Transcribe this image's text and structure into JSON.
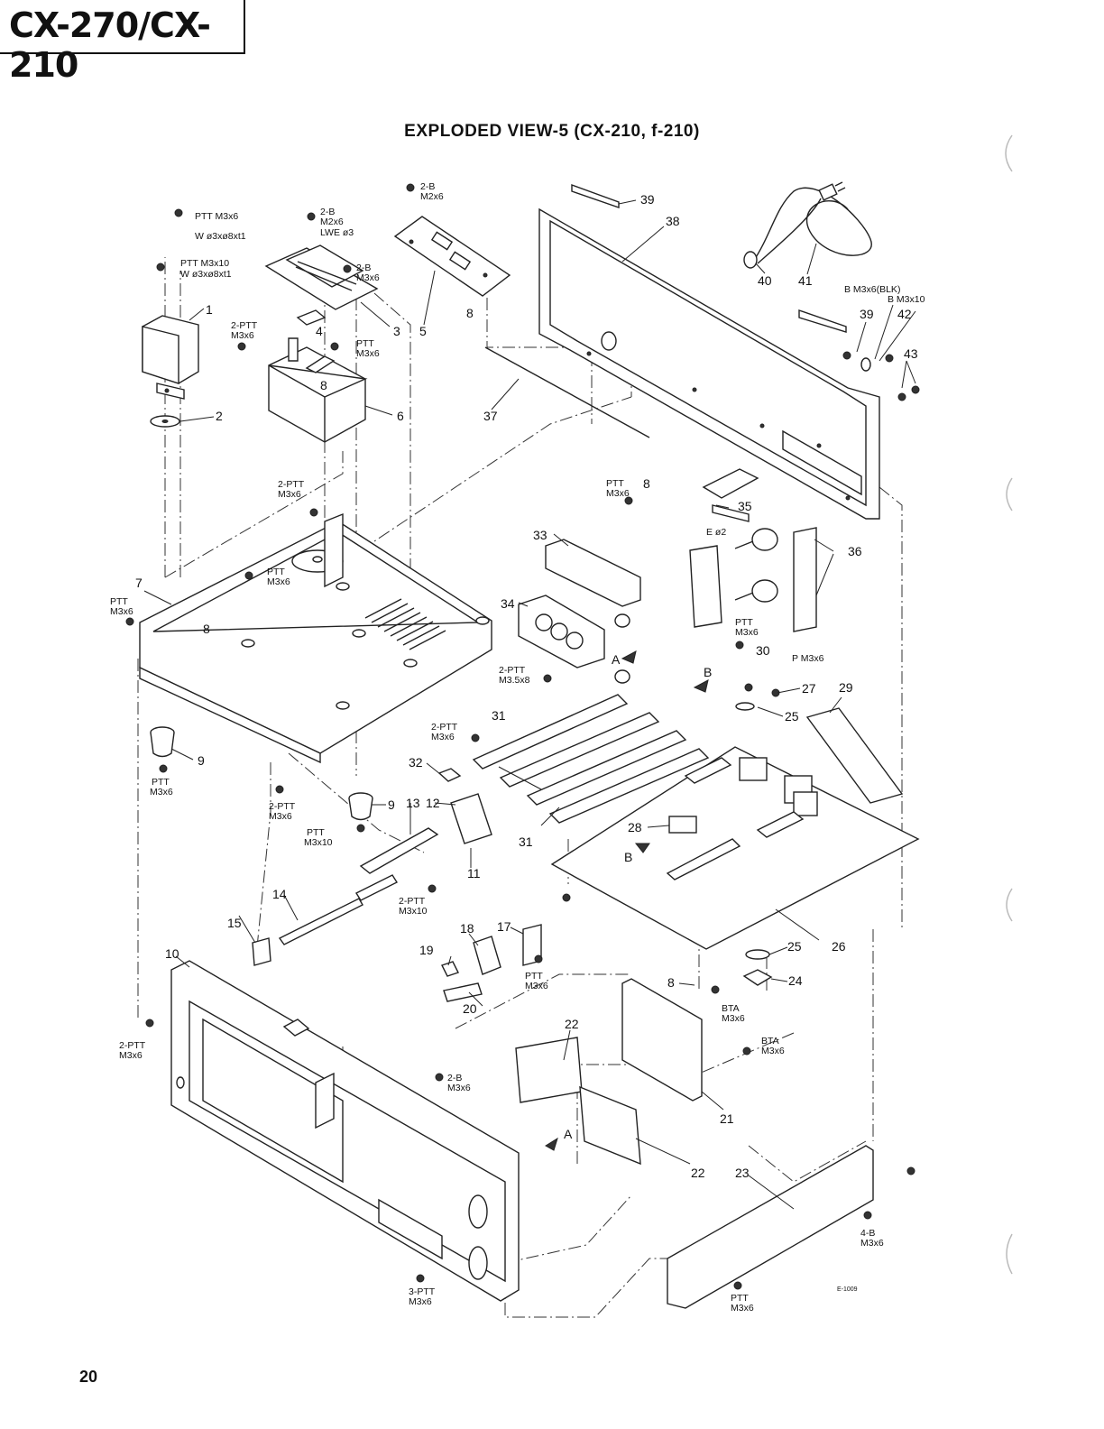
{
  "header": {
    "model": "CX-270/CX-210"
  },
  "title": "EXPLODED VIEW-5 (CX-210, f-210)",
  "page_number": "20",
  "drawing_code": "E-1009",
  "callouts": {
    "c1": "1",
    "c2": "2",
    "c3": "3",
    "c4": "4",
    "c5": "5",
    "c6": "6",
    "c7": "7",
    "c8a": "8",
    "c8b": "8",
    "c8c": "8",
    "c8d": "8",
    "c8e": "8",
    "c9a": "9",
    "c9b": "9",
    "c10": "10",
    "c11": "11",
    "c12": "12",
    "c13": "13",
    "c14": "14",
    "c15": "15",
    "c17": "17",
    "c18": "18",
    "c19": "19",
    "c20": "20",
    "c21": "21",
    "c22a": "22",
    "c22b": "22",
    "c23": "23",
    "c24": "24",
    "c25a": "25",
    "c25b": "25",
    "c26": "26",
    "c27": "27",
    "c28": "28",
    "c29": "29",
    "c30": "30",
    "c31a": "31",
    "c31b": "31",
    "c32": "32",
    "c33": "33",
    "c34": "34",
    "c35": "35",
    "c36": "36",
    "c37": "37",
    "c38": "38",
    "c39a": "39",
    "c39b": "39",
    "c40": "40",
    "c41": "41",
    "c42": "42",
    "c43": "43"
  },
  "arrows": {
    "a1": "A",
    "a2": "A",
    "b1": "B",
    "b2": "B"
  },
  "screws": {
    "s1a": "PTT M3x6",
    "s1b": "W ø3xø8xt1",
    "s2a": "PTT M3x10",
    "s2b": "W ø3xø8xt1",
    "s3a": "2-B",
    "s3b": "M2x6",
    "s3c": "LWE ø3",
    "s4a": "2-B",
    "s4b": "M3x6",
    "s5a": "2-B",
    "s5b": "M2x6",
    "s6a": "2-PTT",
    "s6b": "M3x6",
    "s7a": "PTT",
    "s7b": "M3x6",
    "s8a": "2-PTT",
    "s8b": "M3x6",
    "s9a": "PTT",
    "s9b": "M3x6",
    "s10a": "PTT",
    "s10b": "M3x6",
    "s11a": "PTT",
    "s11b": "M3x6",
    "s12": "E ø2",
    "s13a": "PTT",
    "s13b": "M3x6",
    "s14": "P M3x6",
    "s15a": "2-PTT",
    "s15b": "M3.5x8",
    "s16a": "2-PTT",
    "s16b": "M3x6",
    "s17a": "PTT",
    "s17b": "M3x6",
    "s18a": "2-PTT",
    "s18b": "M3x6",
    "s19a": "PTT",
    "s19b": "M3x10",
    "s20a": "2-PTT",
    "s20b": "M3x10",
    "s21a": "PTT",
    "s21b": "M3x6",
    "s22a": "BTA",
    "s22b": "M3x6",
    "s23a": "BTA",
    "s23b": "M3x6",
    "s24a": "2-PTT",
    "s24b": "M3x6",
    "s25a": "2-B",
    "s25b": "M3x6",
    "s26a": "3-PTT",
    "s26b": "M3x6",
    "s27a": "4-B",
    "s27b": "M3x6",
    "s28a": "PTT",
    "s28b": "M3x6",
    "s29": "B M3x6(BLK)",
    "s30": "B M3x10"
  }
}
